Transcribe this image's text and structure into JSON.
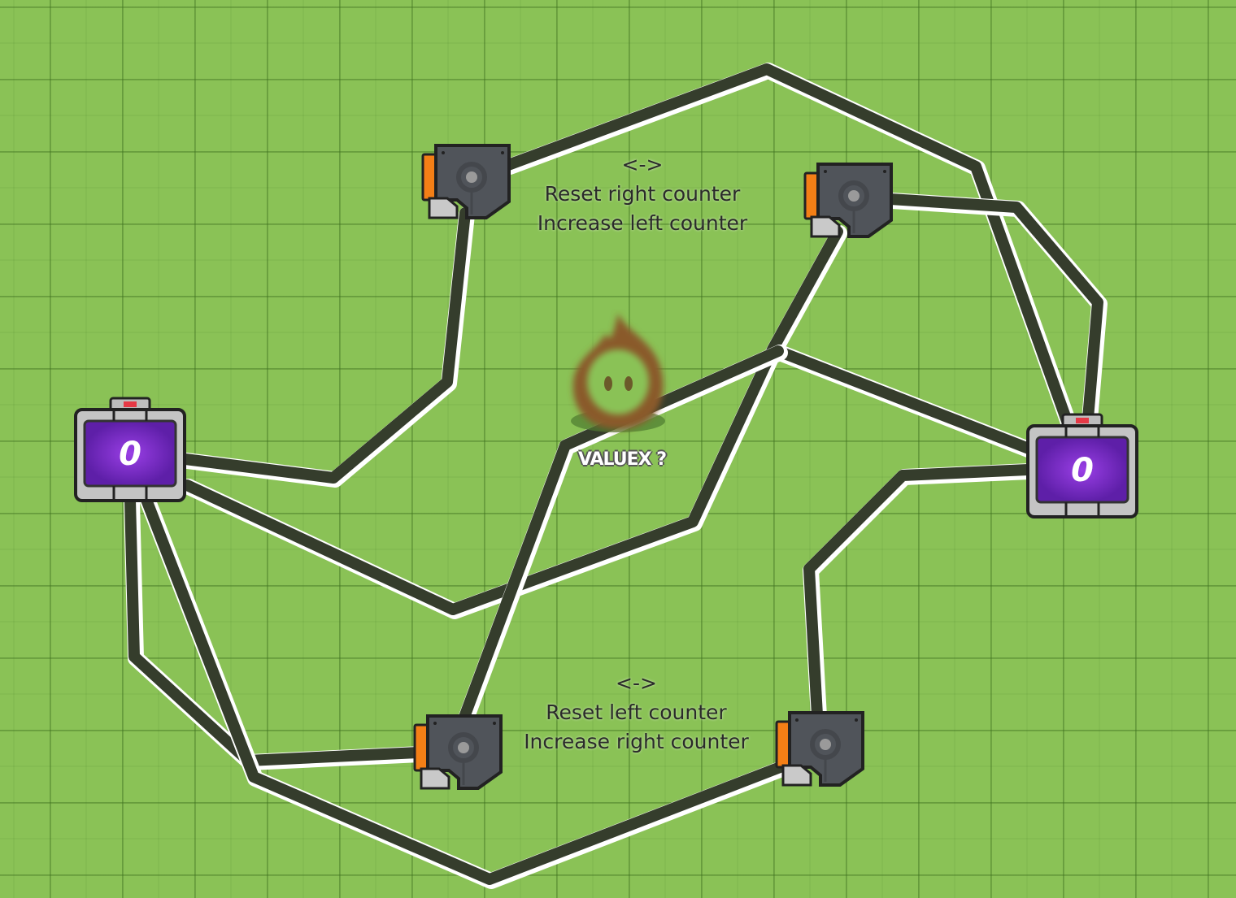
{
  "game": {
    "counters": [
      {
        "id": "left-counter",
        "value": "0"
      },
      {
        "id": "right-counter",
        "value": "0"
      }
    ],
    "labels": {
      "top": {
        "arrow": "<->",
        "line1": "Reset right counter",
        "line2": "Increase left counter"
      },
      "bottom": {
        "arrow": "<->",
        "line1": "Reset left counter",
        "line2": "Increase right counter"
      }
    },
    "player": {
      "name": "VALUEX ?"
    },
    "colors": {
      "grass": "#8ac256",
      "wire": "#353d2c",
      "counter_screen": "#7a2fc4",
      "trigger_accent": "#f47f16"
    }
  }
}
